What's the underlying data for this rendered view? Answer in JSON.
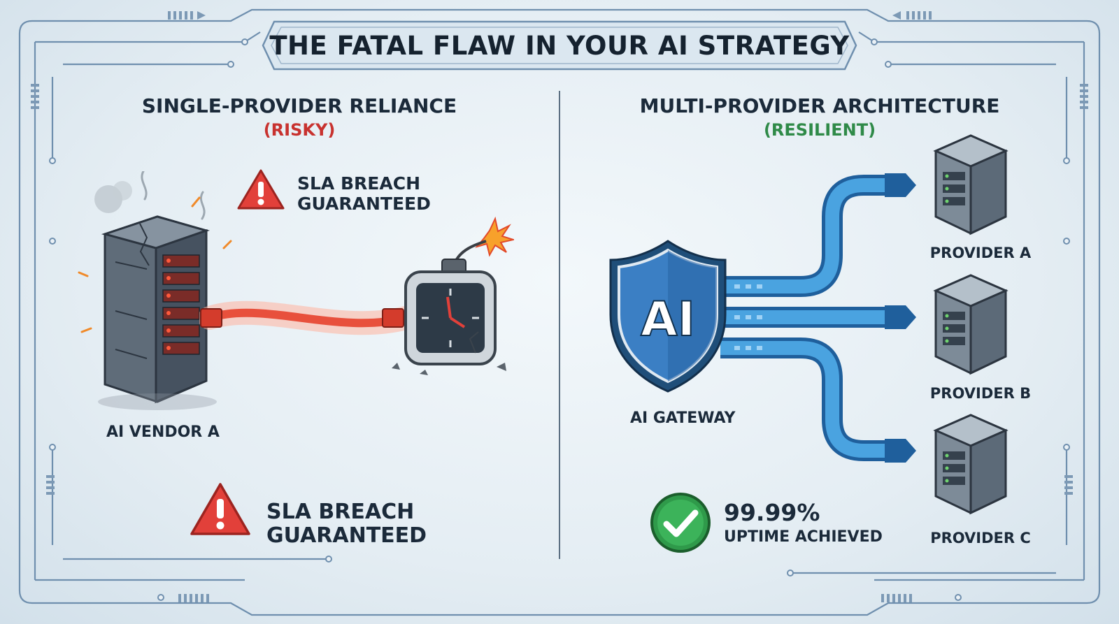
{
  "title": "THE FATAL FLAW IN YOUR AI STRATEGY",
  "left_panel": {
    "heading": "SINGLE-PROVIDER RELIANCE",
    "status": "(RISKY)",
    "warning_top": {
      "line1": "SLA BREACH",
      "line2": "GUARANTEED"
    },
    "vendor_label": "AI VENDOR A",
    "warning_bottom": {
      "line1": "SLA BREACH",
      "line2": "GUARANTEED"
    }
  },
  "right_panel": {
    "heading": "MULTI-PROVIDER ARCHITECTURE",
    "status": "(RESILIENT)",
    "gateway": {
      "shield_text": "AI",
      "label": "AI GATEWAY"
    },
    "providers": [
      "PROVIDER A",
      "PROVIDER B",
      "PROVIDER C"
    ],
    "uptime": {
      "value": "99.99%",
      "label": "UPTIME ACHIEVED"
    }
  },
  "icons": {
    "warning": "warning-triangle-icon",
    "check": "check-circle-icon",
    "server": "server-rack-icon",
    "shield": "shield-icon",
    "bomb": "time-bomb-icon"
  },
  "colors": {
    "risky": "#c8322f",
    "resilient": "#2f8a48",
    "frame": "#6f8fae",
    "cable": "#e8503c",
    "pipe": "#2f7fc4"
  }
}
